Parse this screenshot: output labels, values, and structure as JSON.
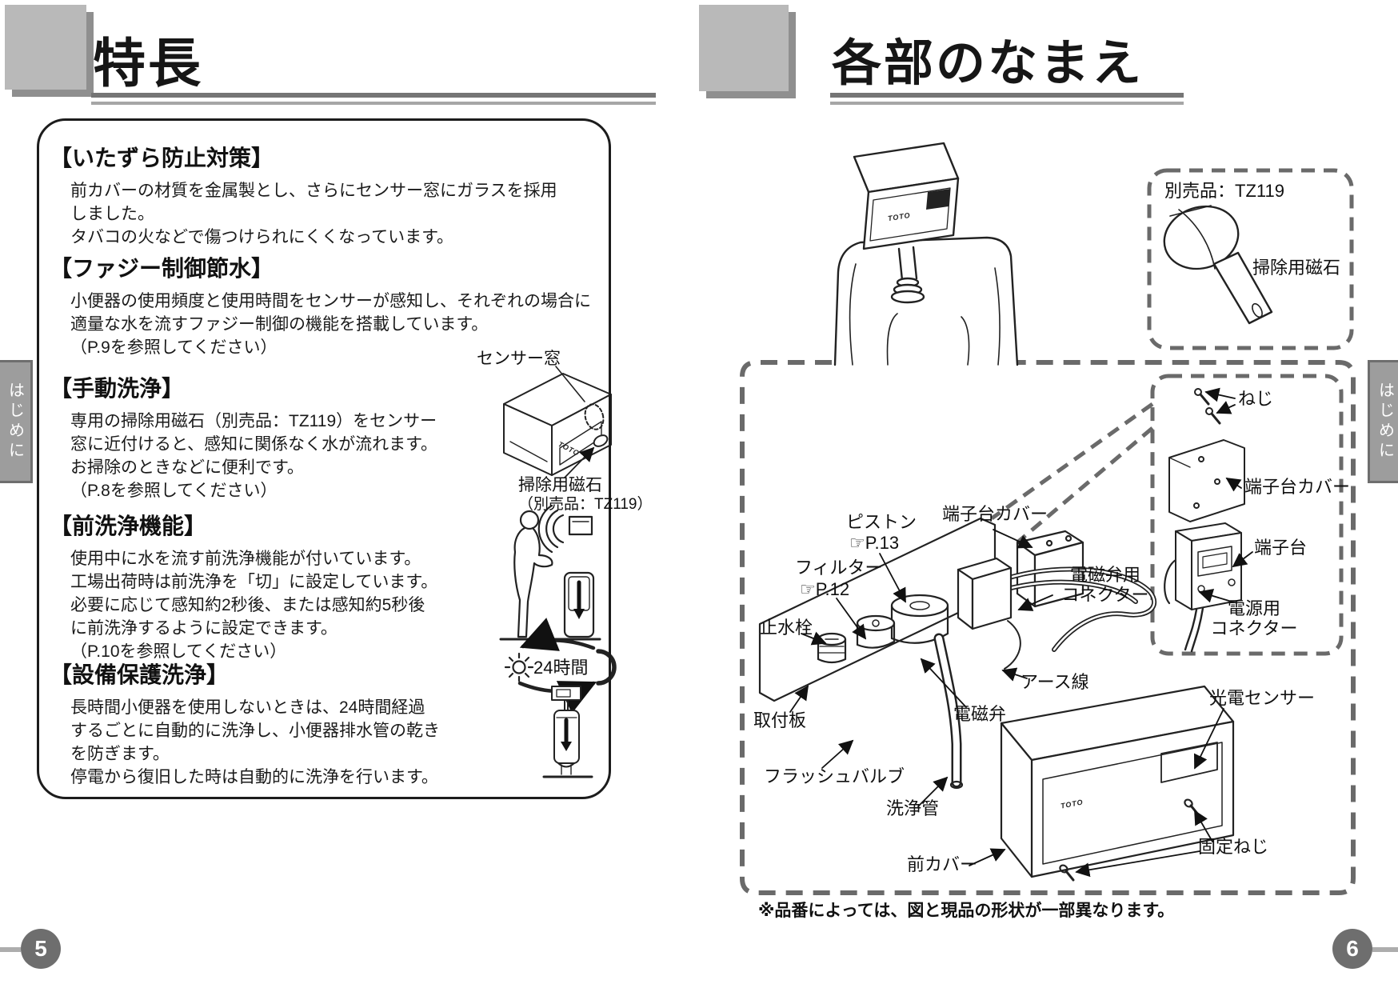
{
  "brand": "TOTO",
  "left_page": {
    "page_number": "5",
    "side_tab": "はじめに",
    "title": "特長",
    "sections": [
      {
        "heading": "【いたずら防止対策】",
        "lines": [
          "前カバーの材質を金属製とし、さらにセンサー窓にガラスを採用",
          "しました。",
          "タバコの火などで傷つけられにくくなっています。"
        ]
      },
      {
        "heading": "【ファジー制御節水】",
        "lines": [
          "小便器の使用頻度と使用時間をセンサーが感知し、それぞれの場合に",
          "適量な水を流すファジー制御の機能を搭載しています。",
          "（P.9を参照してください）"
        ]
      },
      {
        "heading": "【手動洗浄】",
        "lines": [
          "専用の掃除用磁石（別売品：TZ119）をセンサー",
          "窓に近付けると、感知に関係なく水が流れます。",
          "お掃除のときなどに便利です。",
          "（P.8を参照してください）"
        ]
      },
      {
        "heading": "【前洗浄機能】",
        "lines": [
          "使用中に水を流す前洗浄機能が付いています。",
          "工場出荷時は前洗浄を「切」に設定しています。",
          "必要に応じて感知約2秒後、または感知約5秒後",
          "に前洗浄するように設定できます。",
          "（P.10を参照してください）"
        ]
      },
      {
        "heading": "【設備保護洗浄】",
        "lines": [
          "長時間小便器を使用しないときは、24時間経過",
          "するごとに自動的に洗浄し、小便器排水管の乾き",
          "を防ぎます。",
          "停電から復旧した時は自動的に洗浄を行います。"
        ]
      }
    ],
    "figures": {
      "sensor_window": "センサー窓",
      "cleaning_magnet": "掃除用磁石",
      "cleaning_magnet_sub": "（別売品：TZ119）",
      "cycle_24h": "24時間"
    }
  },
  "right_page": {
    "page_number": "6",
    "side_tab": "はじめに",
    "title": "各部のなまえ",
    "accessory_box": {
      "title": "別売品：TZ119",
      "label": "掃除用磁石"
    },
    "parts": {
      "screw": "ねじ",
      "terminal_cover_detail": "端子台カバー",
      "terminal_block": "端子台",
      "power_connector": "電源用\nコネクター",
      "solenoid_connector": "電磁弁用\nコネクター",
      "piston": "ピストン",
      "piston_ref": "☞P.13",
      "filter": "フィルター",
      "filter_ref": "☞P.12",
      "stop_valve": "止水栓",
      "terminal_cover": "端子台カバー",
      "earth_wire": "アース線",
      "solenoid_valve": "電磁弁",
      "mounting_plate": "取付板",
      "flush_valve": "フラッシュバルブ",
      "flush_pipe": "洗浄管",
      "front_cover": "前カバー",
      "photo_sensor": "光電センサー",
      "fixing_screw": "固定ねじ"
    },
    "footnote": "※品番によっては、図と現品の形状が一部異なります。"
  }
}
